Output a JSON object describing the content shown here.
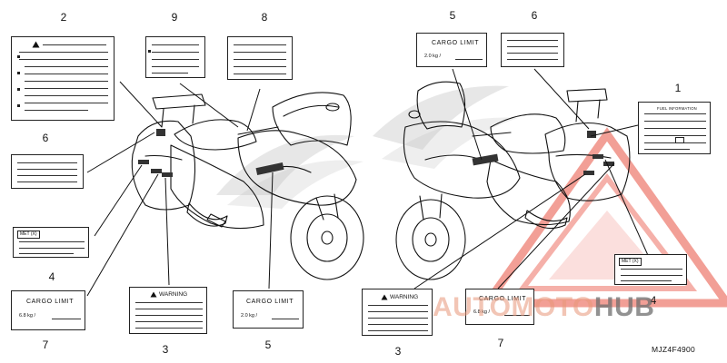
{
  "diagram": {
    "code": "MJZ4F4900",
    "watermark": {
      "left_text": "AUTOMOTO",
      "right_text": "HUB",
      "color_primary": "#e85040",
      "color_secondary": "#6e6e6e"
    }
  },
  "callouts": {
    "c2": "2",
    "c9": "9",
    "c8": "8",
    "c5_top": "5",
    "c6_top": "6",
    "c1": "1",
    "c6_left": "6",
    "c4_left": "4",
    "c7_left": "7",
    "c3_left": "3",
    "c5_bottom": "5",
    "c3_right": "3",
    "c7_right": "7",
    "c4_right": "4"
  },
  "labels": {
    "cargo_title": "CARGO LIMIT",
    "cargo_value_top": "2.0 kg  /",
    "cargo_value_left": "6.8 kg  /",
    "cargo_value_bottom": "2.0 kg  /",
    "cargo_value_right": "6.8 kg  /",
    "warning_title": "WARNING",
    "tag_left": "MET (X)",
    "tag_right": "MET (X)",
    "fuel_title": "FUEL INFORMATION"
  }
}
